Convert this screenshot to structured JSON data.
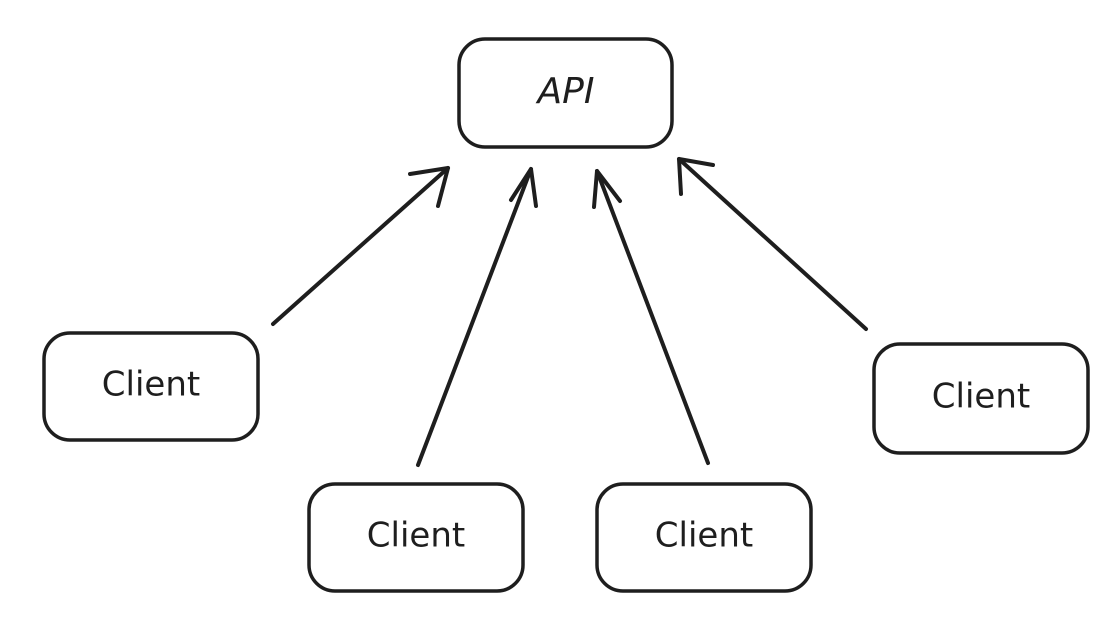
{
  "diagram": {
    "nodes": {
      "api": {
        "label": "API"
      },
      "client_1": {
        "label": "Client"
      },
      "client_2": {
        "label": "Client"
      },
      "client_3": {
        "label": "Client"
      },
      "client_4": {
        "label": "Client"
      }
    },
    "edges": [
      {
        "from": "client_1",
        "to": "api"
      },
      {
        "from": "client_2",
        "to": "api"
      },
      {
        "from": "client_3",
        "to": "api"
      },
      {
        "from": "client_4",
        "to": "api"
      }
    ],
    "colors": {
      "stroke": "#1e1e1e",
      "background": "#ffffff"
    }
  }
}
